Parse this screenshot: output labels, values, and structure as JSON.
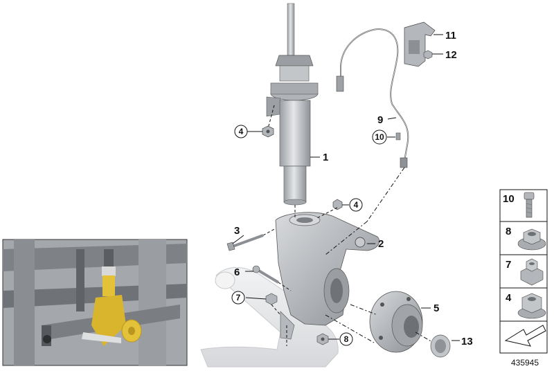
{
  "diagram": {
    "diagram_number": "435945",
    "callouts": [
      {
        "id": "1",
        "label": "1"
      },
      {
        "id": "2",
        "label": "2"
      },
      {
        "id": "3",
        "label": "3"
      },
      {
        "id": "4a",
        "label": "4"
      },
      {
        "id": "4b",
        "label": "4"
      },
      {
        "id": "5",
        "label": "5"
      },
      {
        "id": "6",
        "label": "6"
      },
      {
        "id": "7",
        "label": "7"
      },
      {
        "id": "8",
        "label": "8"
      },
      {
        "id": "9",
        "label": "9"
      },
      {
        "id": "10",
        "label": "10"
      },
      {
        "id": "11",
        "label": "11"
      },
      {
        "id": "12",
        "label": "12"
      },
      {
        "id": "13",
        "label": "13"
      }
    ],
    "legend": [
      {
        "label": "10",
        "icon": "bolt-icon"
      },
      {
        "label": "8",
        "icon": "flange-nut-icon"
      },
      {
        "label": "7",
        "icon": "lock-nut-icon"
      },
      {
        "label": "4",
        "icon": "self-locking-nut-icon"
      }
    ],
    "legend_footer_icon": "arrow-down-left-icon",
    "colors": {
      "part_grey": "#b9bcc0",
      "part_dark": "#8d9196",
      "highlight_yellow": "#e3c23a",
      "line": "#222222"
    }
  }
}
